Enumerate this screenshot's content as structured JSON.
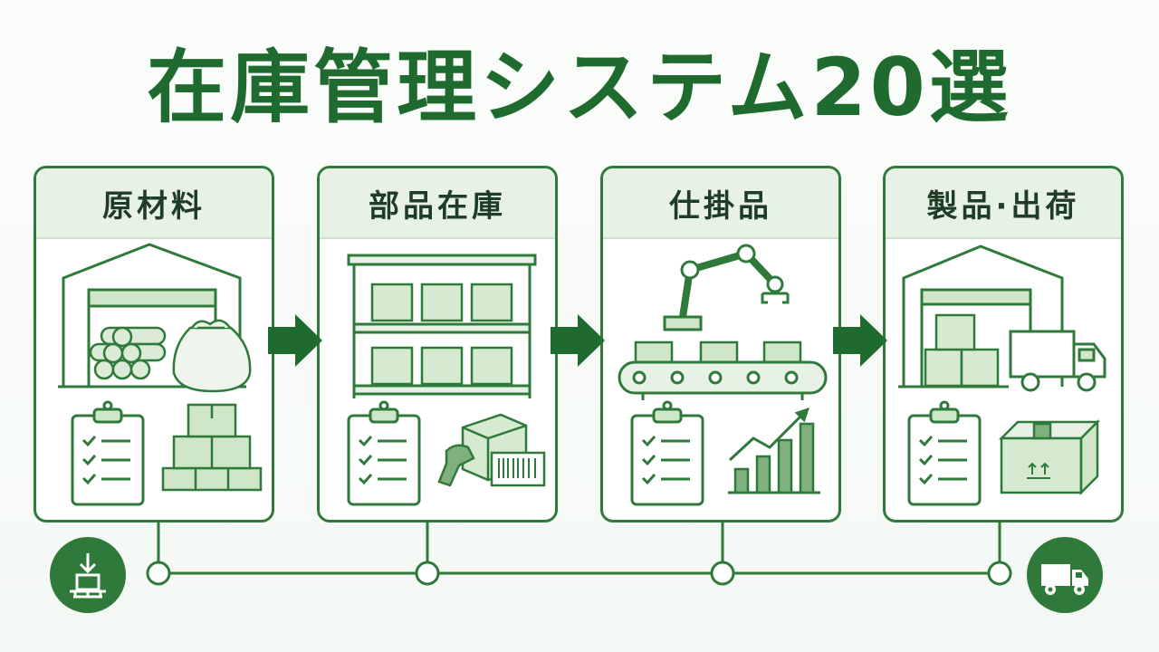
{
  "title": "在庫管理システム20選",
  "stages": [
    {
      "label": "原材料"
    },
    {
      "label": "部品在庫"
    },
    {
      "label": "仕掛品"
    },
    {
      "label": "製品·出荷"
    }
  ],
  "colors": {
    "primary": "#2f7a3a",
    "dark": "#1f6a2e",
    "light": "#cfe6c8",
    "pale": "#e8f1e6"
  },
  "icons": [
    "download-pallet-icon",
    "delivery-truck-icon"
  ]
}
